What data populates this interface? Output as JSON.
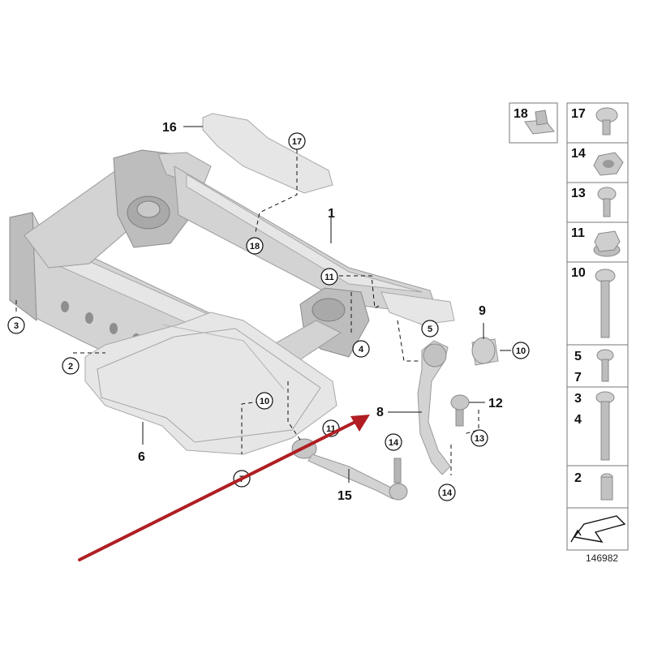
{
  "diagram": {
    "labels": {
      "p1": "1",
      "p6": "6",
      "p8": "8",
      "p9": "9",
      "p12": "12",
      "p15": "15",
      "p16": "16"
    },
    "callouts": {
      "c17": "17",
      "c18": "18",
      "c11a": "11",
      "c11b": "11",
      "c3": "3",
      "c2": "2",
      "c4": "4",
      "c5": "5",
      "c10a": "10",
      "c10b": "10",
      "c13": "13",
      "c14a": "14",
      "c14b": "14",
      "c7": "7"
    },
    "reference_number": "146982",
    "arrow_color": "#b01e23"
  },
  "parts_panel": {
    "cells": [
      {
        "label": "18",
        "icon": "clip-nut-icon"
      },
      {
        "label": "17",
        "icon": "hex-bolt-short-icon"
      },
      {
        "label": "14",
        "icon": "hex-nut-icon"
      },
      {
        "label": "13",
        "icon": "torx-bolt-icon"
      },
      {
        "label": "11",
        "icon": "collar-nut-icon"
      },
      {
        "label": "10",
        "icon": "long-bolt-icon"
      },
      {
        "label": "5",
        "label2": "7",
        "icon": "short-bolt-icon"
      },
      {
        "label": "3",
        "label2": "4",
        "icon": "long-hex-bolt-icon"
      },
      {
        "label": "2",
        "icon": "sleeve-nut-icon"
      }
    ],
    "front_indicator_icon": "front-direction-arrow-icon"
  }
}
